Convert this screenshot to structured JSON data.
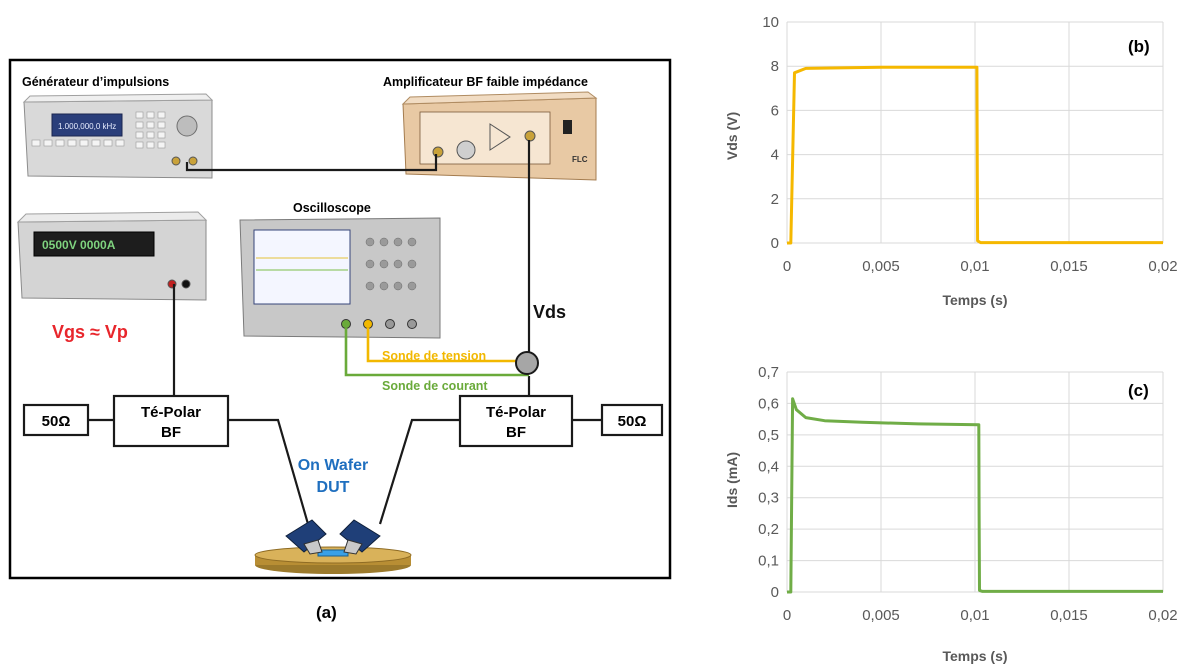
{
  "diagram": {
    "frame_label": "(a)",
    "generator_label": "Générateur d’impulsions",
    "generator_display": "1.000,000,0 kHz",
    "amplifier_label": "Amplificateur BF faible impédance",
    "amplifier_brand": "FLC",
    "oscilloscope_label": "Oscilloscope",
    "psu_display": "0500V 0000A",
    "vds_label": "Vds",
    "vgs_label": "Vgs ≈ Vp",
    "voltage_probe_label": "Sonde de tension",
    "current_probe_label": "Sonde de courant",
    "bias_tee_left": [
      "Té-Polar",
      "BF"
    ],
    "bias_tee_right": [
      "Té-Polar",
      "BF"
    ],
    "load_left": "50Ω",
    "load_right": "50Ω",
    "dut_label": [
      "On Wafer",
      "DUT"
    ],
    "colors": {
      "vgs": "#e8262c",
      "voltage_probe": "#f2b800",
      "current_probe": "#6aaa3a",
      "dut": "#1f6fbf"
    }
  },
  "chart_data": [
    {
      "type": "line",
      "panel": "(b)",
      "xlabel": "Temps (s)",
      "ylabel": "Vds (V)",
      "xlim": [
        0,
        0.02
      ],
      "ylim": [
        0,
        10
      ],
      "x_ticks": [
        "0",
        "0,005",
        "0,01",
        "0,015",
        "0,02"
      ],
      "y_ticks": [
        "0",
        "2",
        "4",
        "6",
        "8",
        "10"
      ],
      "grid": true,
      "color": "#f5b800",
      "series": [
        {
          "x": [
            0,
            0.0002,
            0.0004,
            0.001,
            0.005,
            0.0101,
            0.01012,
            0.01014,
            0.0103,
            0.015,
            0.02
          ],
          "y": [
            0,
            0,
            7.7,
            7.9,
            7.95,
            7.95,
            3.0,
            0.1,
            0.02,
            0.02,
            0.02
          ]
        }
      ]
    },
    {
      "type": "line",
      "panel": "(c)",
      "xlabel": "Temps (s)",
      "ylabel": "Ids (mA)",
      "xlim": [
        0,
        0.02
      ],
      "ylim": [
        0,
        0.7
      ],
      "x_ticks": [
        "0",
        "0,005",
        "0,01",
        "0,015",
        "0,02"
      ],
      "y_ticks": [
        "0",
        "0,1",
        "0,2",
        "0,3",
        "0,4",
        "0,5",
        "0,6",
        "0,7"
      ],
      "grid": true,
      "color": "#70ad47",
      "series": [
        {
          "x": [
            0,
            0.0002,
            0.0003,
            0.0005,
            0.001,
            0.002,
            0.004,
            0.007,
            0.0102,
            0.01022,
            0.01024,
            0.0104,
            0.015,
            0.02
          ],
          "y": [
            0,
            0,
            0.615,
            0.58,
            0.555,
            0.545,
            0.54,
            0.535,
            0.532,
            0.25,
            0.005,
            0.002,
            0.002,
            0.002
          ]
        }
      ]
    }
  ]
}
